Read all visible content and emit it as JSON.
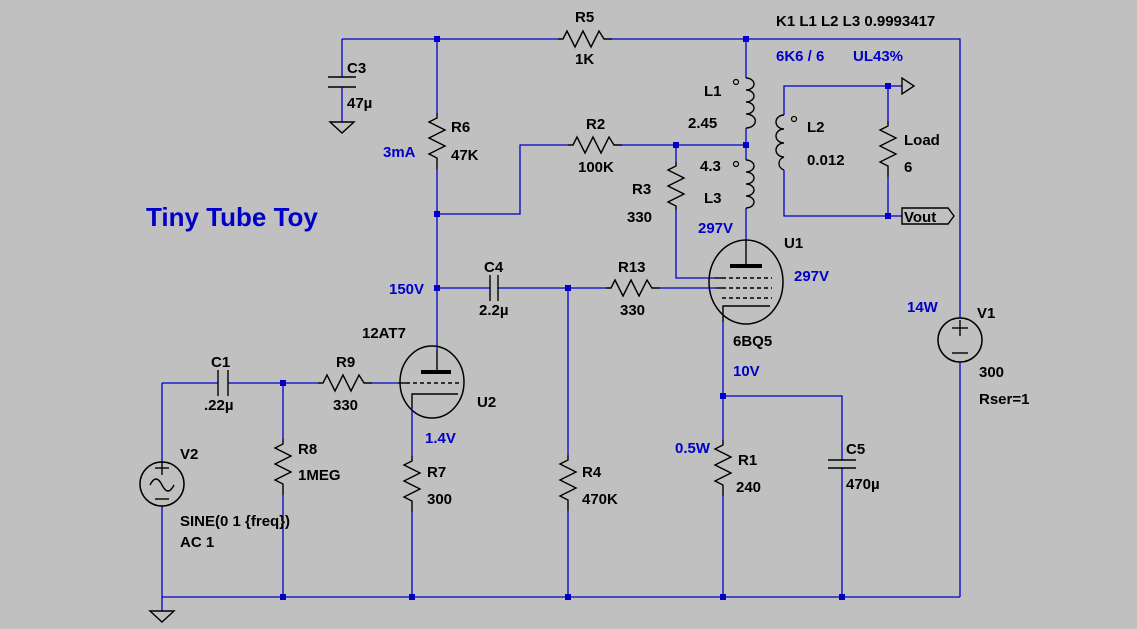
{
  "title": "Tiny Tube Toy",
  "directives": {
    "coupling": "K1 L1 L2 L3 0.9993417",
    "tube_note": "6K6 / 6",
    "ul_note": "UL43%"
  },
  "components": {
    "R5": {
      "name": "R5",
      "value": "1K"
    },
    "C3": {
      "name": "C3",
      "value": "47µ"
    },
    "R6": {
      "name": "R6",
      "value": "47K"
    },
    "R2": {
      "name": "R2",
      "value": "100K"
    },
    "R3": {
      "name": "R3",
      "value": "330"
    },
    "L1": {
      "name": "L1",
      "value": "2.45"
    },
    "L2": {
      "name": "L2",
      "value": "0.012"
    },
    "L3": {
      "name": "L3",
      "value": "4.3"
    },
    "Load": {
      "name": "Load",
      "value": "6"
    },
    "U1": {
      "name": "U1",
      "type": "6BQ5"
    },
    "U2": {
      "name": "U2",
      "type": "12AT7"
    },
    "C4": {
      "name": "C4",
      "value": "2.2µ"
    },
    "R13": {
      "name": "R13",
      "value": "330"
    },
    "V1": {
      "name": "V1",
      "value": "300",
      "extra": "Rser=1"
    },
    "C1": {
      "name": "C1",
      "value": ".22µ"
    },
    "R9": {
      "name": "R9",
      "value": "330"
    },
    "R8": {
      "name": "R8",
      "value": "1MEG"
    },
    "R7": {
      "name": "R7",
      "value": "300"
    },
    "R4": {
      "name": "R4",
      "value": "470K"
    },
    "R1": {
      "name": "R1",
      "value": "240"
    },
    "C5": {
      "name": "C5",
      "value": "470µ"
    },
    "V2": {
      "name": "V2",
      "value": "SINE(0 1 {freq})",
      "extra": "AC 1"
    }
  },
  "annotations": {
    "i_r6": "3mA",
    "v_u2_plate": "150V",
    "v_u1_plate": "297V",
    "v_u1_screen": "297V",
    "p_v1": "14W",
    "v_u1_cathode": "10V",
    "p_r1": "0.5W",
    "v_u2_cathode": "1.4V"
  },
  "ports": {
    "out_top": "",
    "out": "Vout"
  },
  "colors": {
    "background": "#c0c0c0",
    "wire": "#0000c8",
    "component": "#000000",
    "annotation": "#0000c8"
  }
}
